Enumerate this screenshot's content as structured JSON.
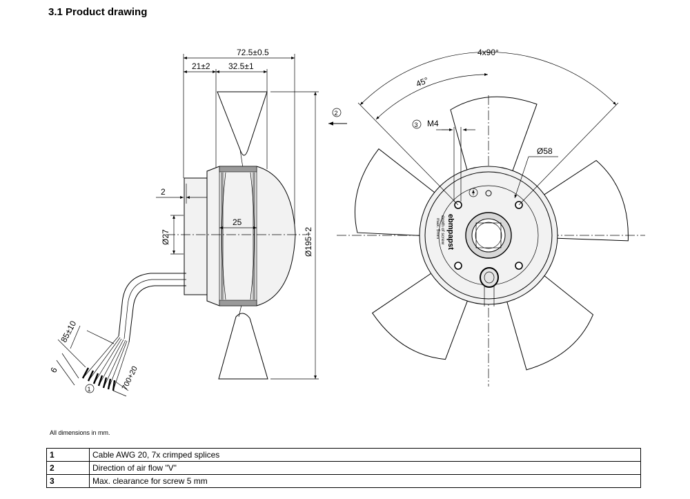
{
  "heading": "3.1 Product drawing",
  "note": "All dimensions in mm.",
  "side_view": {
    "dim_overall": "72.5±0.5",
    "dim_left": "21±2",
    "dim_mid": "32.5±1",
    "dim_gap": "2",
    "dim_shaft": "Ø27",
    "dim_width": "25",
    "dim_diameter": "Ø195+2",
    "dim_lead": "85±10",
    "dim_strip": "6",
    "dim_cable": "700+20",
    "callout_cable": "1",
    "callout_flow": "2"
  },
  "front_view": {
    "dim_pattern": "4x90°",
    "dim_angle": "45°",
    "dim_screw": "M4",
    "dim_circle": "Ø58",
    "callout_screw": "3",
    "label_brand": "ebmpapst",
    "label_depth_1": "depth of screw",
    "label_depth_2": "max. 5mm"
  },
  "legend": [
    {
      "num": "1",
      "text": "Cable AWG 20, 7x crimped splices"
    },
    {
      "num": "2",
      "text": "Direction of air flow \"V\""
    },
    {
      "num": "3",
      "text": "Max. clearance for screw 5 mm"
    }
  ]
}
